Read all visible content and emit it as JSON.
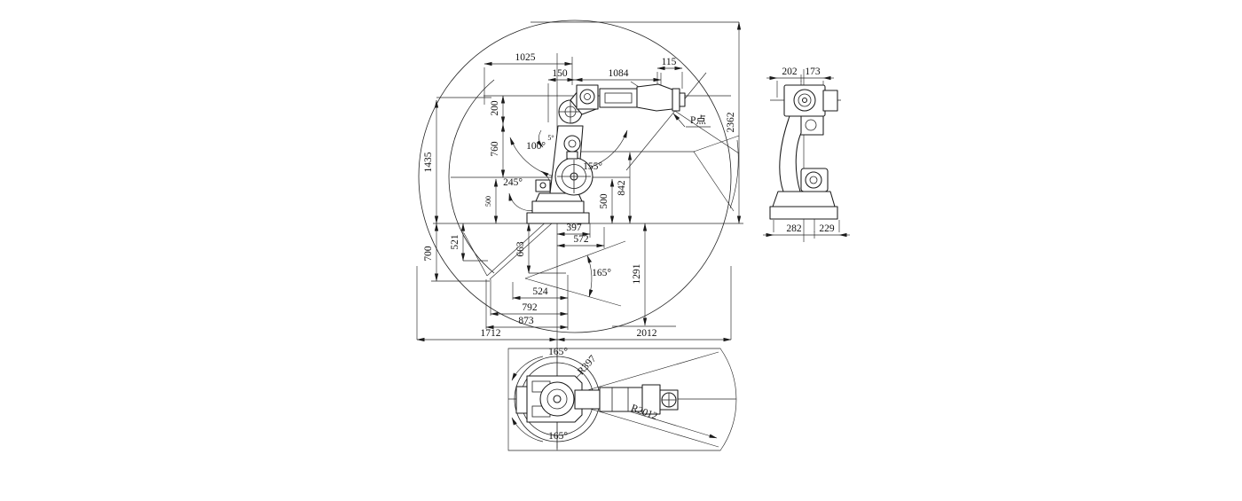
{
  "drawing": {
    "front_view": {
      "l1025": "1025",
      "l150": "150",
      "l1084": "1084",
      "l115": "115",
      "l2362": "2362",
      "l1435": "1435",
      "l200": "200",
      "l760": "760",
      "l500": "500",
      "l500b": "500",
      "l521": "521",
      "l700": "700",
      "l663": "663",
      "l842": "842",
      "l397": "397",
      "l572": "572",
      "l524": "524",
      "l792": "792",
      "l873": "873",
      "l1712": "1712",
      "l2012": "2012",
      "l1291": "1291",
      "a100": "100°",
      "a155": "155°",
      "a245": "245°",
      "a165": "165°",
      "a5": "5°",
      "p_point": "P点"
    },
    "side_view": {
      "l202": "202",
      "l173": "173",
      "l282": "282",
      "l229": "229"
    },
    "top_view": {
      "a165_top": "165°",
      "a165_bottom": "165°",
      "r397": "R397",
      "r2012": "R2012"
    },
    "colors": {
      "line": "#1a1a1a",
      "background": "#ffffff"
    }
  }
}
